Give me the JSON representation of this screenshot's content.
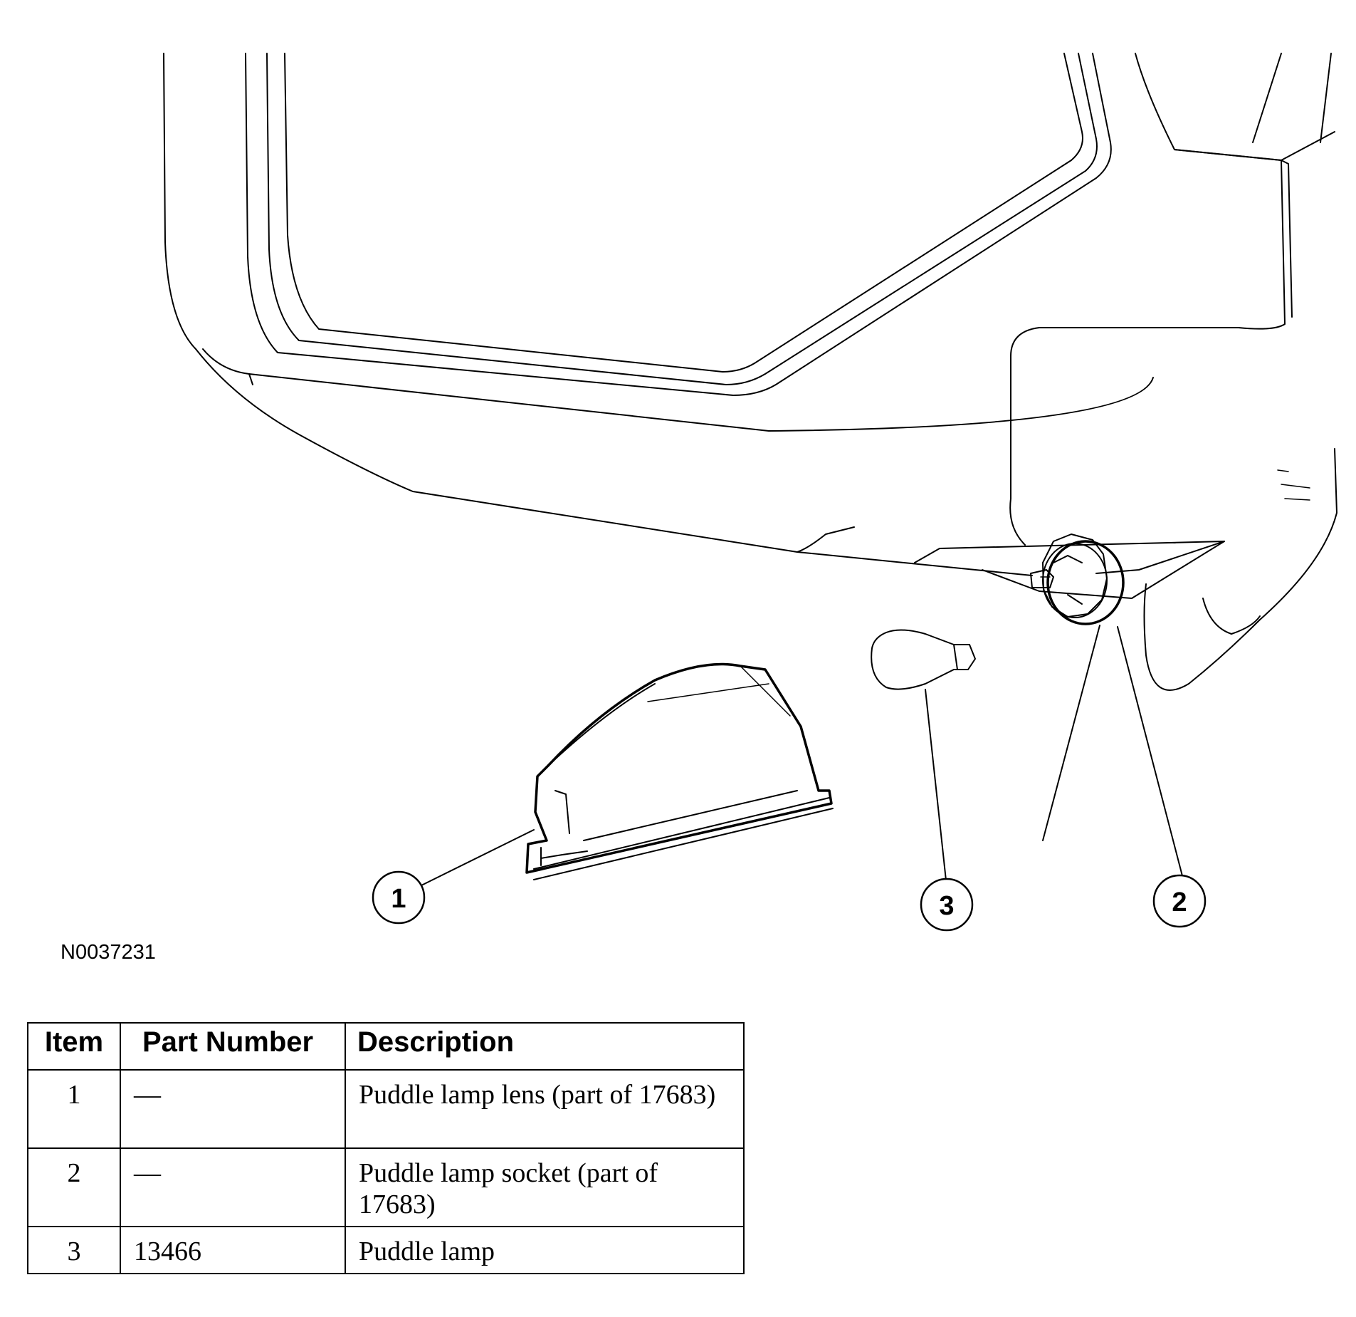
{
  "figure_id": "N0037231",
  "callouts": [
    "1",
    "3",
    "2"
  ],
  "table": {
    "headers": [
      "Item",
      "Part Number",
      "Description"
    ],
    "rows": [
      {
        "item": "1",
        "part_number": "—",
        "description": "Puddle lamp lens (part of 17683)"
      },
      {
        "item": "2",
        "part_number": "—",
        "description": "Puddle lamp socket (part of 17683)"
      },
      {
        "item": "3",
        "part_number": "13466",
        "description": "Puddle lamp"
      }
    ]
  }
}
